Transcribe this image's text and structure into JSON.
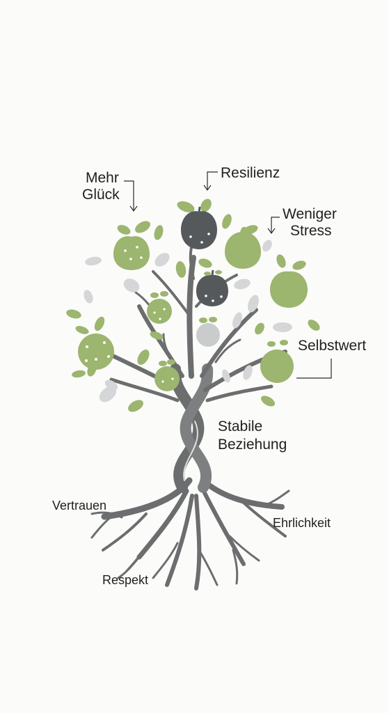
{
  "labels": {
    "mehr_glueck_1": "Mehr",
    "mehr_glueck_2": "Glück",
    "resilienz": "Resilienz",
    "weniger_stress_1": "Weniger",
    "weniger_stress_2": "Stress",
    "selbstwert": "Selbstwert",
    "stabile_beziehung_1": "Stabile",
    "stabile_beziehung_2": "Beziehung",
    "vertrauen": "Vertrauen",
    "ehrlichkeit": "Ehrlichkeit",
    "respekt": "Respekt"
  },
  "colors": {
    "trunk": "#6b6d6e",
    "apple_green": "#9cb56f",
    "apple_dark": "#55595c",
    "apple_light": "#c9cbcc",
    "leaf_green": "#9cb56f",
    "leaf_grey": "#d4d6d7",
    "text": "#1f1f1f"
  }
}
